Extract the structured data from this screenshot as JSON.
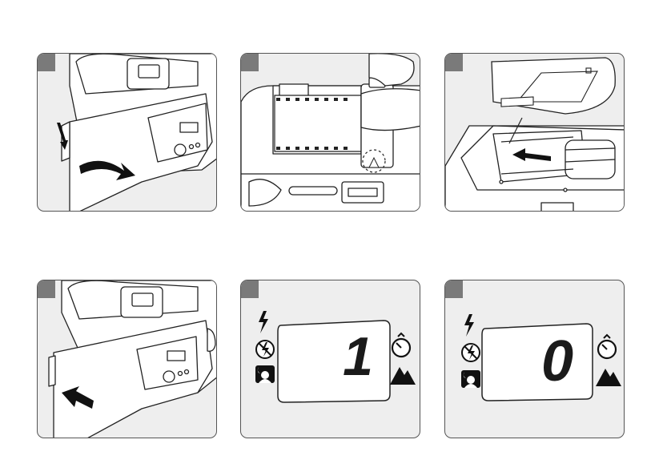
{
  "panels": [
    {
      "id": "open-back-cover"
    },
    {
      "id": "insert-film-cartridge"
    },
    {
      "id": "pull-film-leader"
    },
    {
      "id": "close-back-cover"
    },
    {
      "id": "frame-counter-display",
      "counter": "1"
    },
    {
      "id": "frame-counter-display",
      "counter": "0"
    }
  ],
  "icons": {
    "flash": "flash-icon",
    "flash_off": "flash-off-icon",
    "night_portrait": "night-portrait-icon",
    "self_timer": "self-timer-icon",
    "landscape": "landscape-icon"
  },
  "colors": {
    "panel_bg": "#eeeeee",
    "panel_border": "#555555",
    "step_marker": "#7a7a7a",
    "lcd_bg": "#ffffff",
    "ink": "#1a1a1a"
  }
}
